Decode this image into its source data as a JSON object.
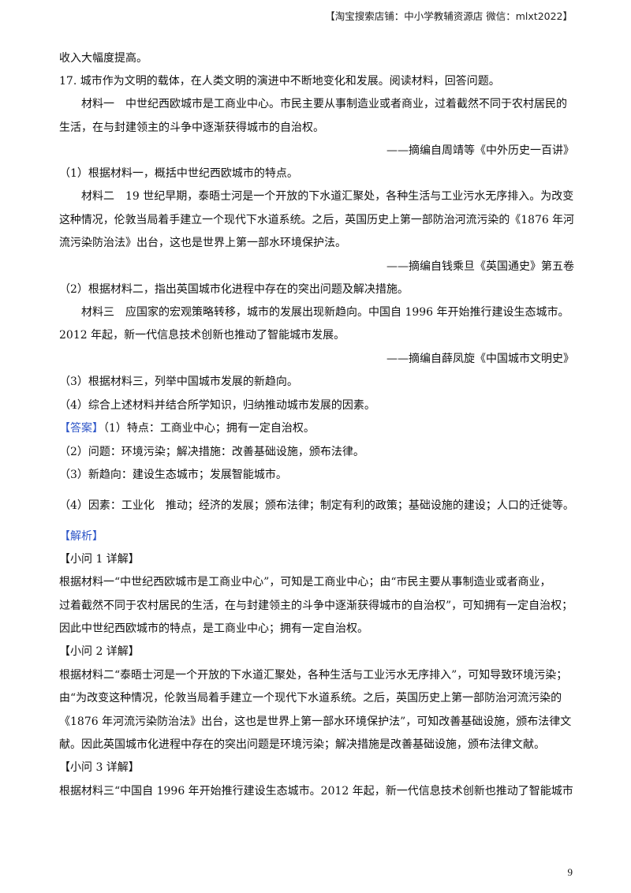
{
  "header": {
    "shop": "【淘宝搜索店铺：中小学教辅资源店 微信：mlxt2022】"
  },
  "lines": [
    "收入大幅度提高。",
    "17. 城市作为文明的载体，在人类文明的演进中不断地变化和发展。阅读材料，回答问题。",
    "材料一　中世纪西欧城市是工商业中心。市民主要从事制造业或者商业，过着截然不同于农村居民的",
    "生活，在与封建领主的斗争中逐渐获得城市的自治权。",
    "——摘编自周靖等《中外历史一百讲》",
    "（1）根据材料一，概括中世纪西欧城市的特点。",
    "材料二　19 世纪早期，泰晤士河是一个开放的下水道汇聚处，各种生活与工业污水无序排入。为改变",
    "这种情况，伦敦当局着手建立一个现代下水道系统。之后，英国历史上第一部防治河流污染的《1876 年河",
    "流污染防治法》出台，这也是世界上第一部水环境保护法。",
    "——摘编自钱乘旦《英国通史》第五卷",
    "（2）根据材料二，指出英国城市化进程中存在的突出问题及解决措施。",
    "材料三　应国家的宏观策略转移，城市的发展出现新趋向。中国自 1996 年开始推行建设生态城市。",
    "2012 年起，新一代信息技术创新也推动了智能城市发展。",
    "——摘编自薛凤旋《中国城市文明史》",
    "（3）根据材料三，列举中国城市发展的新趋向。",
    "（4）综合上述材料并结合所学知识，归纳推动城市发展的因素。",
    "（1）特点：工商业中心；拥有一定自治权。",
    "（2）问题：环境污染；解决措施：改善基础设施，颁布法律。",
    "（3）新趋向：建设生态城市；发展智能城市。",
    "（4）因素：工业化　推动；经济的发展；颁布法律；制定有利的政策；基础设施的建设；人口的迁徙等。",
    "【小问 1 详解】",
    "根据材料一“中世纪西欧城市是工商业中心”，可知是工商业中心；由“市民主要从事制造业或者商业，",
    "过着截然不同于农村居民的生活，在与封建领主的斗争中逐渐获得城市的自治权”，可知拥有一定自治权；",
    "因此中世纪西欧城市的特点，是工商业中心；拥有一定自治权。",
    "【小问 2 详解】",
    "根据材料二“泰晤士河是一个开放的下水道汇聚处，各种生活与工业污水无序排入”，可知导致环境污染；",
    "由“为改变这种情况，伦敦当局着手建立一个现代下水道系统。之后，英国历史上第一部防治河流污染的",
    "《1876 年河流污染防治法》出台，这也是世界上第一部水环境保护法”，可知改善基础设施，颁布法律文",
    "献。因此英国城市化进程中存在的突出问题是环境污染；解决措施是改善基础设施，颁布法律文献。",
    "【小问 3 详解】",
    "根据材料三“中国自 1996 年开始推行建设生态城市。2012 年起，新一代信息技术创新也推动了智能城市"
  ],
  "labels": {
    "answer": "【答案】",
    "analysis": "【解析】"
  },
  "page_number": "9"
}
